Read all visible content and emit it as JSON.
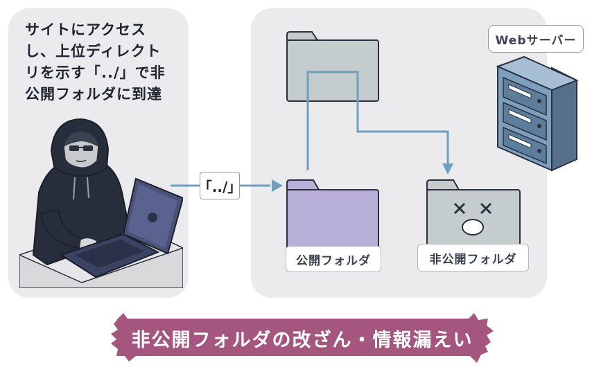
{
  "attacker": {
    "caption": "サイトにアクセス\nし、上位ディレクト\nリを示す「../」で非\n公開フォルダに到達"
  },
  "path_chip": {
    "text": "「../」"
  },
  "web_server": {
    "label": "Webサーバー"
  },
  "folders": {
    "public_label": "公開フォルダ",
    "private_label": "非公開フォルダ"
  },
  "banner": {
    "text": "非公開フォルダの改ざん・情報漏えい"
  },
  "colors": {
    "panel_bg": "#ebebed",
    "arrow": "#6f9fbf",
    "public_folder": "#b8b0d8",
    "gray_folder": "#c5ccce",
    "outline": "#2b3040",
    "banner": "#a5567e",
    "server": "#7d9fbe"
  },
  "icons": {
    "attacker": "hooded-hacker-with-laptop",
    "server": "server-rack-icon",
    "damaged_folder": "folder-x-eyes-icon"
  }
}
